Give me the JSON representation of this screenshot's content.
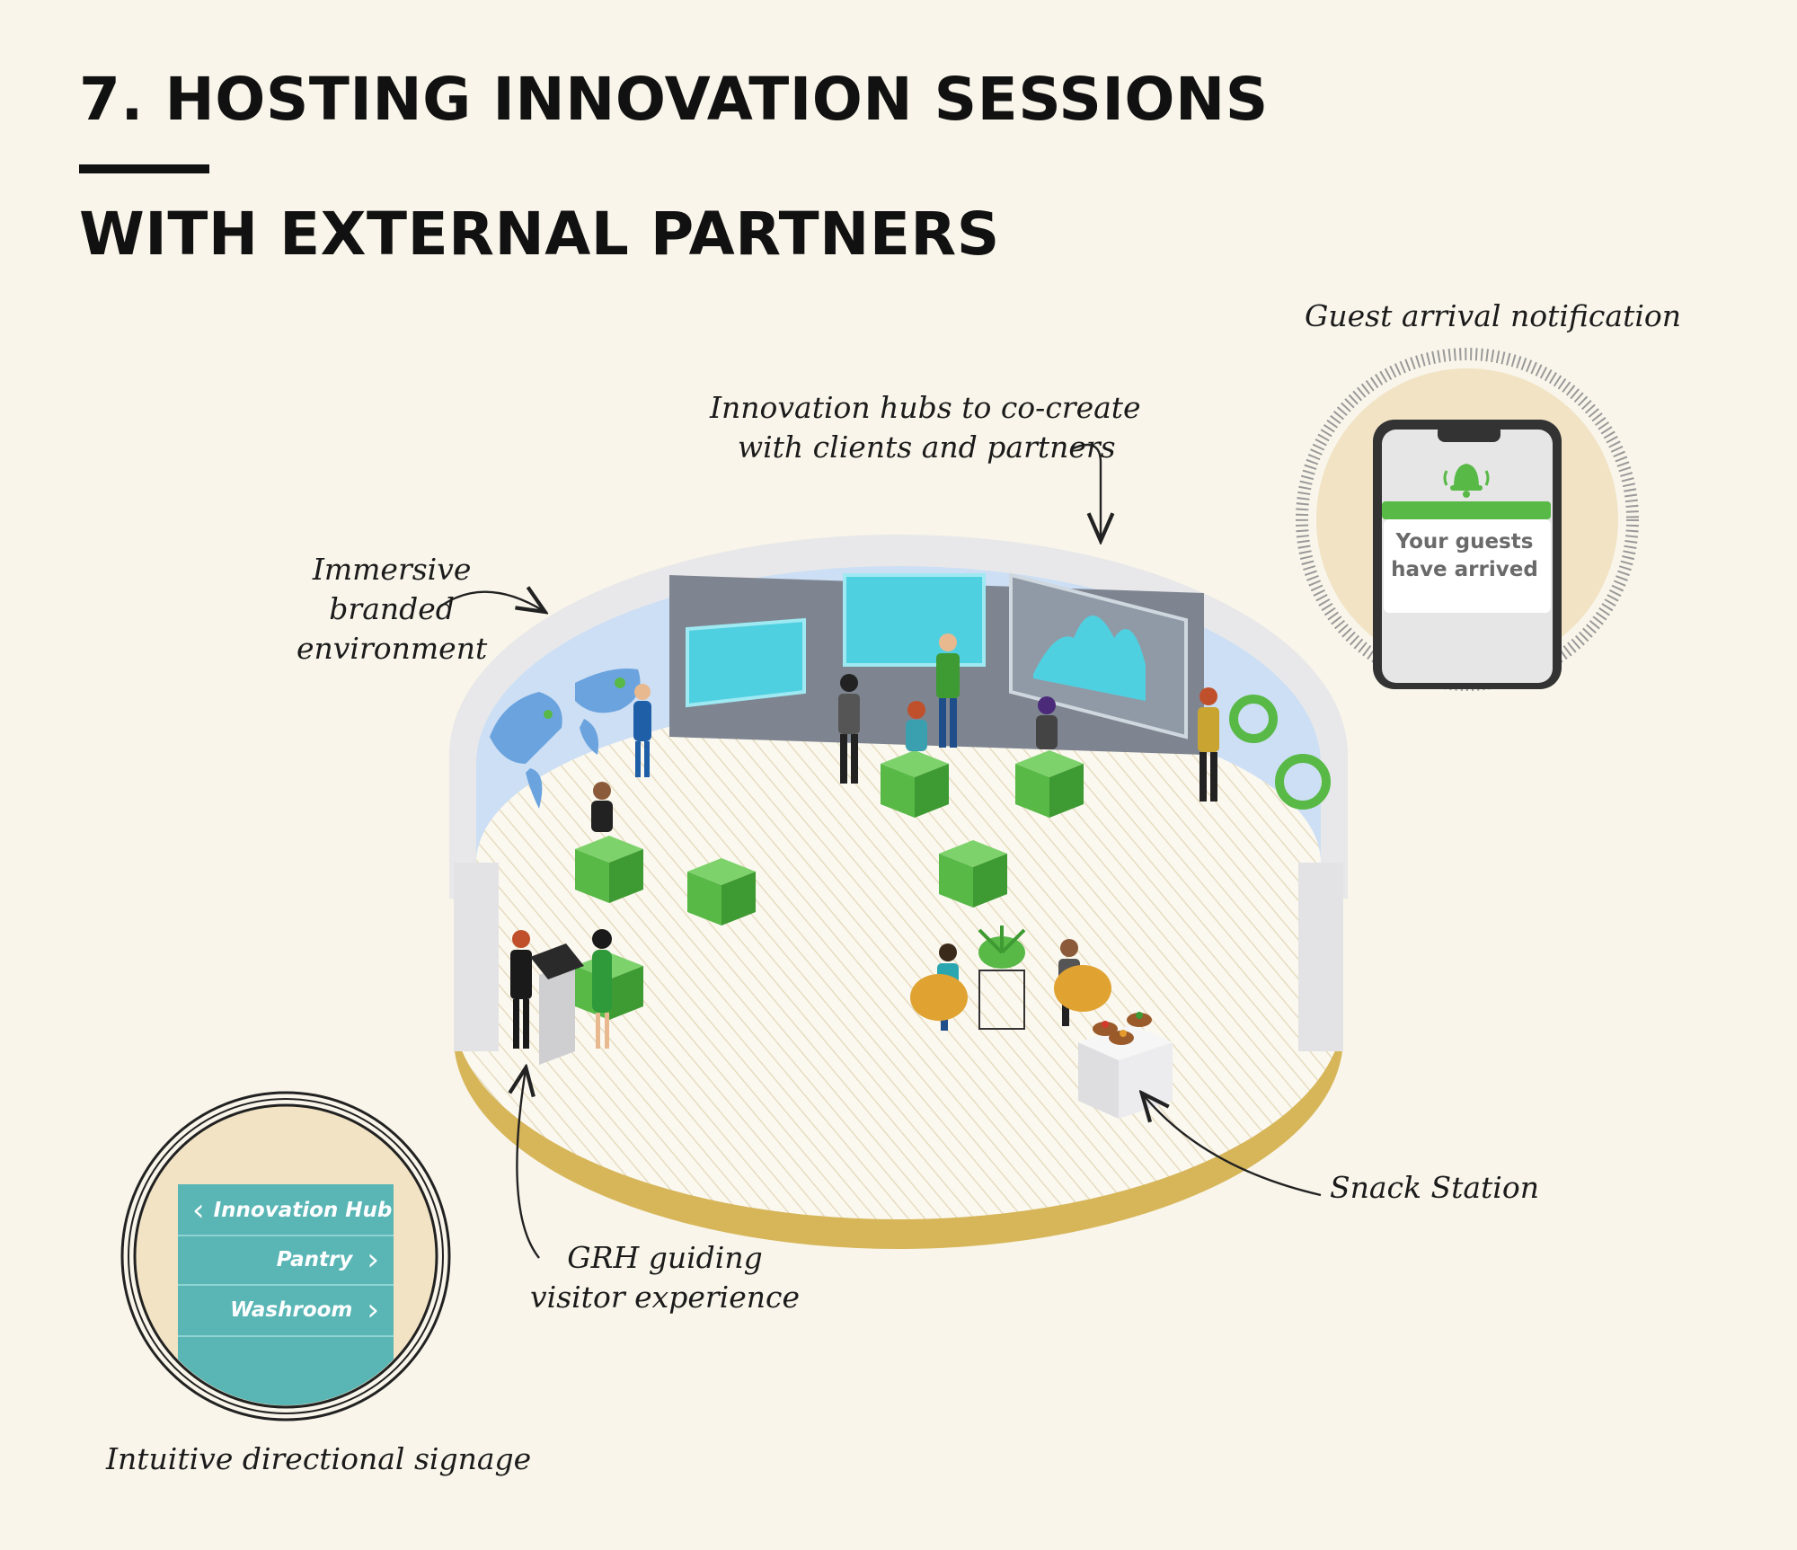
{
  "title": {
    "line1": "7. HOSTING INNOVATION SESSIONS",
    "line2": "WITH EXTERNAL PARTNERS"
  },
  "captions": {
    "immersive": [
      "Immersive",
      "branded",
      "environment"
    ],
    "innovation_hubs": [
      "Innovation hubs to co-create",
      "with clients and partners"
    ],
    "guest_arrival": "Guest arrival notification",
    "grh": [
      "GRH guiding",
      "visitor experience"
    ],
    "snack": "Snack Station",
    "signage": "Intuitive directional signage"
  },
  "phone": {
    "message_line1": "Your guests",
    "message_line2": "have arrived",
    "icon": "bell-icon"
  },
  "signage": {
    "rows": [
      {
        "label": "Innovation Hub",
        "icon": "chevron-left-icon"
      },
      {
        "label": "Pantry",
        "icon": "chevron-right-icon"
      },
      {
        "label": "Washroom",
        "icon": "chevron-right-icon"
      }
    ]
  },
  "colors": {
    "background": "#f9f5ea",
    "accent_green": "#58b947",
    "sign_teal": "#5ab5b5",
    "floor_rim": "#d7b65a",
    "screen_cyan": "#4fd0e0",
    "wall_blue": "#c9dcf3"
  }
}
